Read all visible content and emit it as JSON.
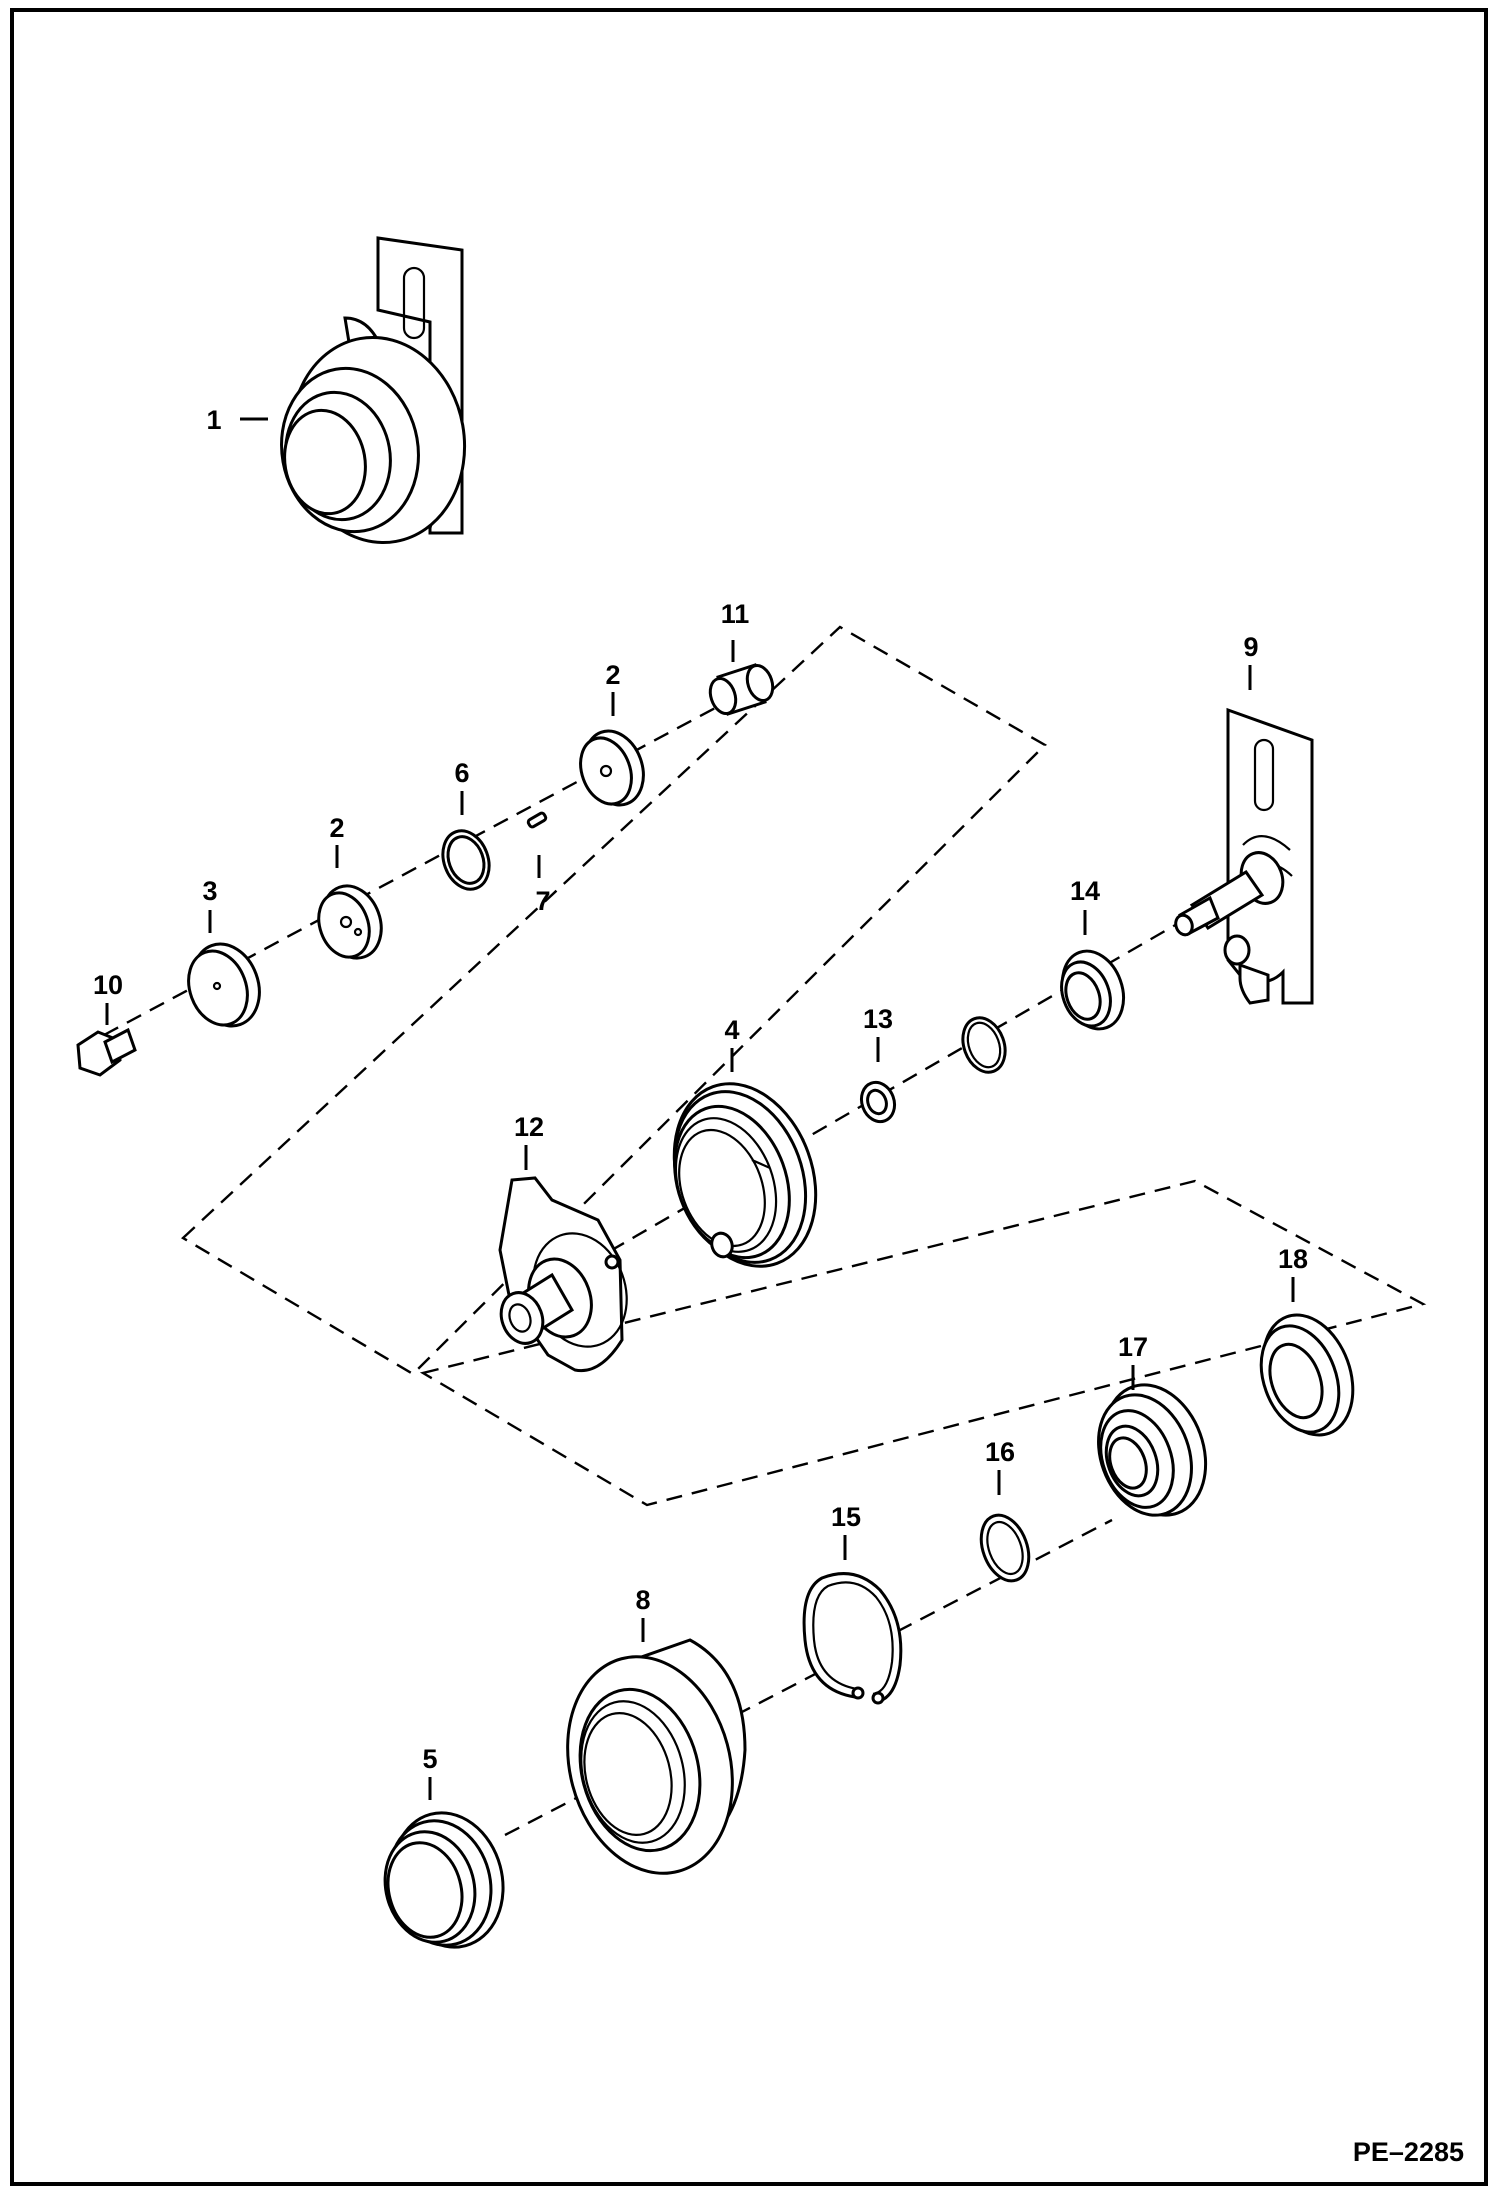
{
  "diagram": {
    "type": "exploded parts diagram",
    "callouts": {
      "c1": "1",
      "c2a": "2",
      "c2b": "2",
      "c3": "3",
      "c4": "4",
      "c5": "5",
      "c6": "6",
      "c7": "7",
      "c8": "8",
      "c9": "9",
      "c10": "10",
      "c11": "11",
      "c12": "12",
      "c13": "13",
      "c14": "14",
      "c15": "15",
      "c16": "16",
      "c17": "17",
      "c18": "18"
    },
    "figure_code": "PE–2285"
  }
}
